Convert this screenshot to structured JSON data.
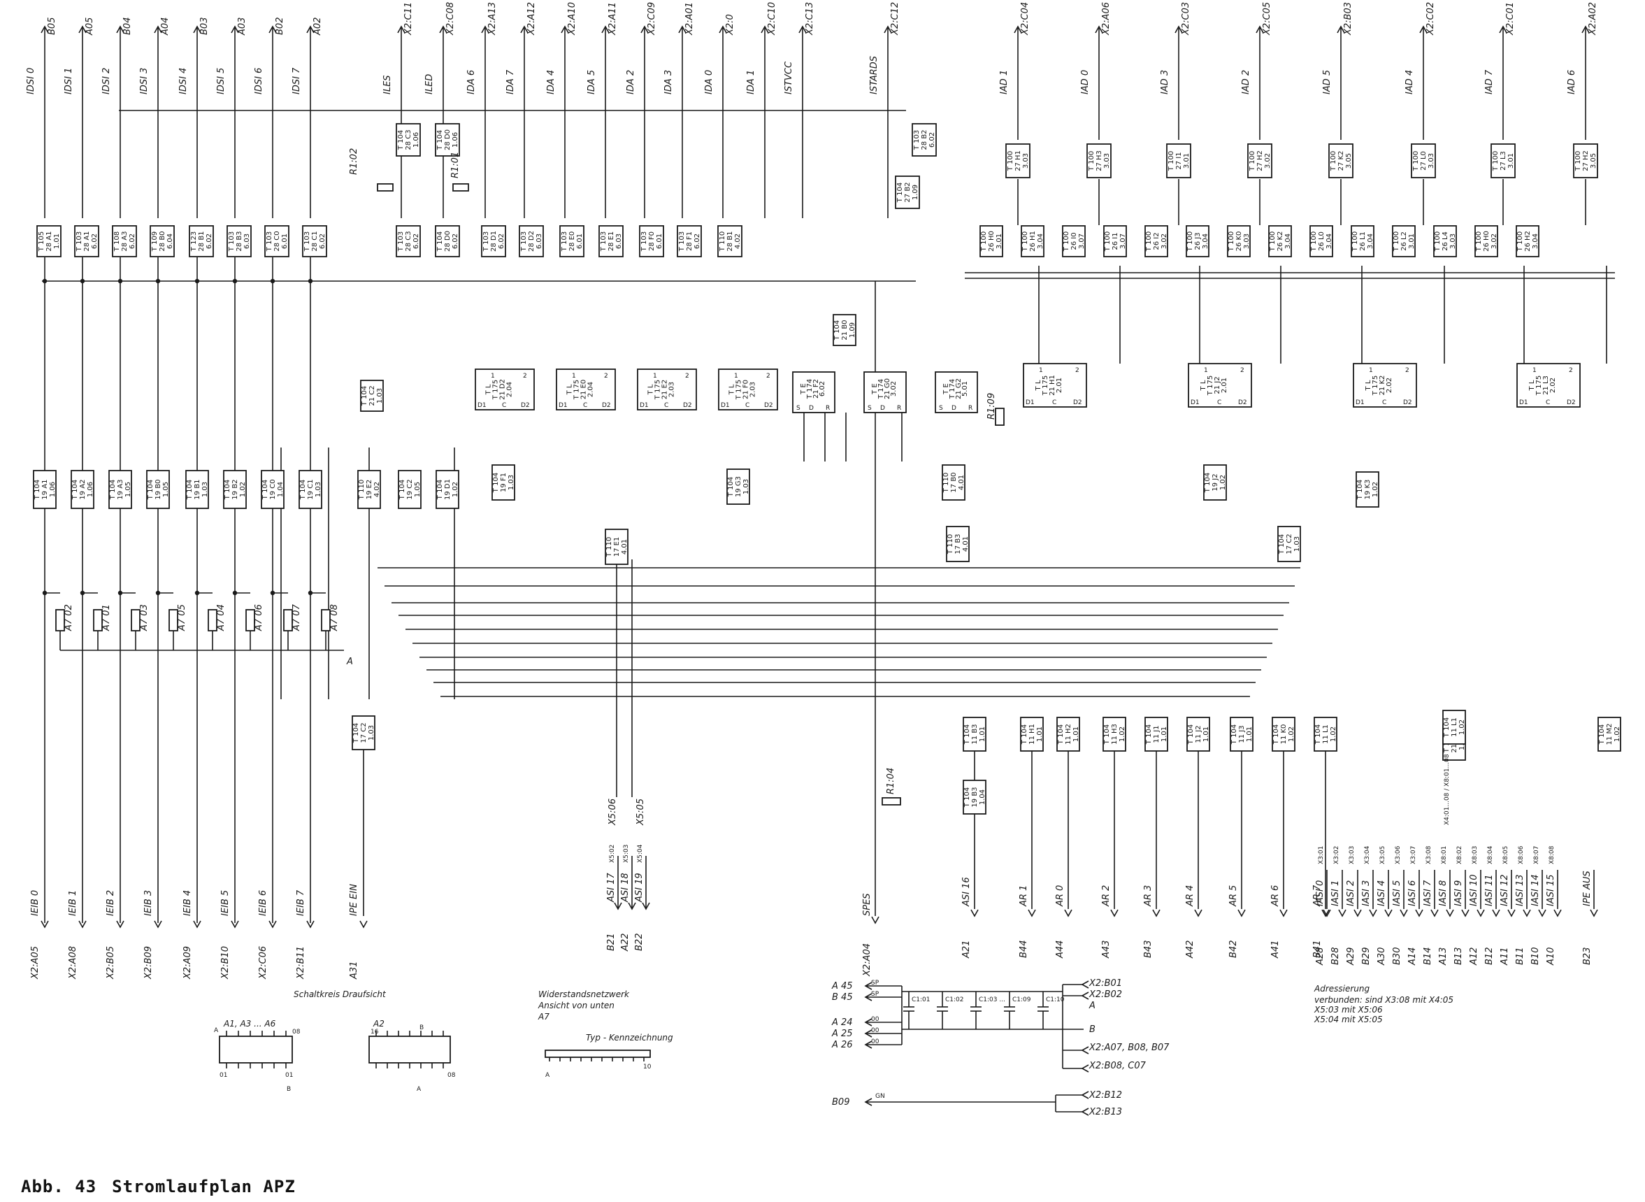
{
  "caption": {
    "figure": "Abb. 43",
    "title": "Stromlaufplan APZ"
  },
  "top_signals_left": [
    {
      "name": "IDSI 0",
      "pin": "B05"
    },
    {
      "name": "IDSI 1",
      "pin": "A05"
    },
    {
      "name": "IDSI 2",
      "pin": "B04"
    },
    {
      "name": "IDSI 3",
      "pin": "A04"
    },
    {
      "name": "IDSI 4",
      "pin": "B03"
    },
    {
      "name": "IDSI 5",
      "pin": "A03"
    },
    {
      "name": "IDSI 6",
      "pin": "B02"
    },
    {
      "name": "IDSI 7",
      "pin": "A02"
    },
    {
      "name": "ILES",
      "pin": "X2:C11"
    },
    {
      "name": "ILED",
      "pin": "X2:C08"
    },
    {
      "name": "IDA 6",
      "pin": "X2:A13"
    },
    {
      "name": "IDA 7",
      "pin": "X2:A12"
    },
    {
      "name": "IDA 4",
      "pin": "X2:A10"
    },
    {
      "name": "IDA 5",
      "pin": "X2:A11"
    },
    {
      "name": "IDA 2",
      "pin": "X2:C09"
    },
    {
      "name": "IDA 3",
      "pin": "X2:A01"
    },
    {
      "name": "IDA 0",
      "pin": "X2:0"
    },
    {
      "name": "IDA 1",
      "pin": "X2:C10"
    },
    {
      "name": "ISTVCC",
      "pin": "X2:C13"
    },
    {
      "name": "ISTARDS",
      "pin": "X2:C12"
    }
  ],
  "top_signals_right": [
    {
      "name": "IAD 1",
      "pin": "X2:C04"
    },
    {
      "name": "IAD 0",
      "pin": "X2:A06"
    },
    {
      "name": "IAD 3",
      "pin": "X2:C03"
    },
    {
      "name": "IAD 2",
      "pin": "X2:C05"
    },
    {
      "name": "IAD 5",
      "pin": "X2:B03"
    },
    {
      "name": "IAD 4",
      "pin": "X2:C02"
    },
    {
      "name": "IAD 7",
      "pin": "X2:C01"
    },
    {
      "name": "IAD 6",
      "pin": "X2:A02"
    }
  ],
  "bottom_left_signals": [
    {
      "name": "IEIB 0",
      "pin": "X2:A05"
    },
    {
      "name": "IEIB 1",
      "pin": "X2:A08"
    },
    {
      "name": "IEIB 2",
      "pin": "X2:B05"
    },
    {
      "name": "IEIB 3",
      "pin": "X2:B09"
    },
    {
      "name": "IEIB 4",
      "pin": "X2:A09"
    },
    {
      "name": "IEIB 5",
      "pin": "X2:B10"
    },
    {
      "name": "IEIB 6",
      "pin": "X2:C06"
    },
    {
      "name": "IEIB 7",
      "pin": "X2:B11"
    },
    {
      "name": "IPE EIN",
      "pin": "A31"
    }
  ],
  "bottom_mid_signals": [
    {
      "name": "ASI 17",
      "pin": "B21",
      "x": "X5:02"
    },
    {
      "name": "ASI 18",
      "pin": "A22",
      "x": "X5:03"
    },
    {
      "name": "ASI 19",
      "pin": "B22",
      "x": "X5:04"
    }
  ],
  "x5_labels": [
    "X5:06",
    "X5:05"
  ],
  "spes": {
    "name": "SPES",
    "pin": "X2:A04"
  },
  "bottom_right_signals": [
    {
      "name": "ASI 16",
      "pin": "A21"
    },
    {
      "name": "AR 1",
      "pin": "B44"
    },
    {
      "name": "AR 0",
      "pin": "A44"
    },
    {
      "name": "AR 2",
      "pin": "A43"
    },
    {
      "name": "AR 3",
      "pin": "B43"
    },
    {
      "name": "AR 4",
      "pin": "A42"
    },
    {
      "name": "AR 5",
      "pin": "B42"
    },
    {
      "name": "AR 6",
      "pin": "A41"
    },
    {
      "name": "AR 7",
      "pin": "B41"
    }
  ],
  "asi_bus": [
    {
      "name": "IASI 0",
      "pin": "A28",
      "x": "X3:01"
    },
    {
      "name": "IASI 1",
      "pin": "B28",
      "x": "X3:02"
    },
    {
      "name": "IASI 2",
      "pin": "A29",
      "x": "X3:03"
    },
    {
      "name": "IASI 3",
      "pin": "B29",
      "x": "X3:04"
    },
    {
      "name": "IASI 4",
      "pin": "A30",
      "x": "X3:05"
    },
    {
      "name": "IASI 5",
      "pin": "B30",
      "x": "X3:06"
    },
    {
      "name": "IASI 6",
      "pin": "A14",
      "x": "X3:07"
    },
    {
      "name": "IASI 7",
      "pin": "B14",
      "x": "X3:08"
    },
    {
      "name": "IASI 8",
      "pin": "A13",
      "x": "X8:01"
    },
    {
      "name": "IASI 9",
      "pin": "B13",
      "x": "X8:02"
    },
    {
      "name": "IASI 10",
      "pin": "A12",
      "x": "X8:03"
    },
    {
      "name": "IASI 11",
      "pin": "B12",
      "x": "X8:04"
    },
    {
      "name": "IASI 12",
      "pin": "A11",
      "x": "X8:05"
    },
    {
      "name": "IASI 13",
      "pin": "B11",
      "x": "X8:06"
    },
    {
      "name": "IASI 14",
      "pin": "B10",
      "x": "X8:07"
    },
    {
      "name": "IASI 15",
      "pin": "A10",
      "x": "X8:08"
    },
    {
      "name": "IPE AUS",
      "pin": "B23",
      "x": ""
    }
  ],
  "x4_label": "X4:01...08 / X8:01...08",
  "resistor_labels": [
    "R1:02",
    "R1:01",
    "R1:09",
    "R1:04"
  ],
  "chips_top_left": [
    {
      "t": "T 105",
      "p": "28 A1",
      "q": "1.01"
    },
    {
      "t": "T 103",
      "p": "28 A1",
      "q": "6.02"
    },
    {
      "t": "T 108",
      "p": "28 A3",
      "q": "6.02"
    },
    {
      "t": "T 109",
      "p": "28 B0",
      "q": "6.04"
    },
    {
      "t": "T 123",
      "p": "28 B1",
      "q": "6.02"
    },
    {
      "t": "T 103",
      "p": "28 B3",
      "q": "6.03"
    },
    {
      "t": "T 103",
      "p": "28 C0",
      "q": "6.01"
    },
    {
      "t": "T 103",
      "p": "28 C1",
      "q": "6.02"
    }
  ],
  "chips_mid_top": [
    {
      "t": "T 103",
      "p": "28 C3",
      "q": "6.02"
    },
    {
      "t": "T 104",
      "p": "28 D0",
      "q": "6.02"
    },
    {
      "t": "T 103",
      "p": "28 D1",
      "q": "6.02"
    },
    {
      "t": "T 103",
      "p": "28 D2",
      "q": "6.03"
    },
    {
      "t": "T 103",
      "p": "28 E0",
      "q": "6.01"
    },
    {
      "t": "T 103",
      "p": "28 E1",
      "q": "6.03"
    },
    {
      "t": "T 103",
      "p": "28 F0",
      "q": "6.01"
    },
    {
      "t": "T 103",
      "p": "28 F1",
      "q": "6.02"
    },
    {
      "t": "T 110",
      "p": "28 B1",
      "q": "4.02"
    }
  ],
  "chips_upper": [
    {
      "t": "T 104",
      "p": "28 C3",
      "q": "1.06"
    },
    {
      "t": "T 104",
      "p": "28 D0",
      "q": "1.06"
    },
    {
      "t": "T 103",
      "p": "28 B2",
      "q": "6.02"
    },
    {
      "t": "T 104",
      "p": "27 B2",
      "q": "1.09"
    }
  ],
  "chips_right_top": [
    {
      "t": "T 100",
      "p": "27 H1",
      "q": "3.03"
    },
    {
      "t": "T 100",
      "p": "27 H3",
      "q": "3.03"
    },
    {
      "t": "T 100",
      "p": "27 I1",
      "q": "3.01"
    },
    {
      "t": "T 100",
      "p": "27 H2",
      "q": "3.02"
    },
    {
      "t": "T 100",
      "p": "27 K2",
      "q": "3.05"
    },
    {
      "t": "T 100",
      "p": "27 L0",
      "q": "3.03"
    },
    {
      "t": "T 100",
      "p": "27 L3",
      "q": "3.01"
    },
    {
      "t": "T 100",
      "p": "27 H2",
      "q": "3.05"
    }
  ],
  "chips_right_row2": [
    {
      "t": "T 100",
      "p": "26 H0",
      "q": "3.01"
    },
    {
      "t": "T 100",
      "p": "26 H1",
      "q": "3.04"
    },
    {
      "t": "T 100",
      "p": "26 I0",
      "q": "3.07"
    },
    {
      "t": "T 100",
      "p": "26 I1",
      "q": "3.07"
    },
    {
      "t": "T 100",
      "p": "26 I2",
      "q": "3.02"
    },
    {
      "t": "T 100",
      "p": "26 J3",
      "q": "3.04"
    },
    {
      "t": "T 100",
      "p": "26 K0",
      "q": "3.03"
    },
    {
      "t": "T 100",
      "p": "26 K2",
      "q": "3.04"
    },
    {
      "t": "T 100",
      "p": "26 L0",
      "q": "3.04"
    },
    {
      "t": "T 100",
      "p": "26 L1",
      "q": "3.04"
    },
    {
      "t": "T 100",
      "p": "26 L2",
      "q": "3.01"
    },
    {
      "t": "T 100",
      "p": "26 L4",
      "q": "3.03"
    },
    {
      "t": "T 100",
      "p": "26 H0",
      "q": "3.02"
    },
    {
      "t": "T 100",
      "p": "26 H2",
      "q": "3.04"
    }
  ],
  "latches_mid": [
    {
      "type": "T L",
      "t": "T 175",
      "p": "21 D2",
      "q": "2.04"
    },
    {
      "type": "T L",
      "t": "T 175",
      "p": "21 E0",
      "q": "2.04"
    },
    {
      "type": "T L",
      "t": "T 175",
      "p": "21 E2",
      "q": "2.03"
    },
    {
      "type": "T L",
      "t": "T 175",
      "p": "21 F0",
      "q": "2.03"
    }
  ],
  "flipflops_mid": [
    {
      "type": "T E",
      "t": "T 174",
      "p": "21 F2",
      "q": "6.02"
    },
    {
      "type": "T E",
      "t": "T 174",
      "p": "21 G0",
      "q": "3.02"
    },
    {
      "type": "T E",
      "t": "T 174",
      "p": "21 G2",
      "q": "5.01"
    }
  ],
  "latches_right": [
    {
      "type": "T L",
      "t": "T 175",
      "p": "21 H1",
      "q": "2.01"
    },
    {
      "type": "T L",
      "t": "T 175",
      "p": "21 J2",
      "q": "2.01"
    },
    {
      "type": "T L",
      "t": "T 175",
      "p": "21 K2",
      "q": "2.02"
    },
    {
      "type": "T L",
      "t": "T 175",
      "p": "21 L3",
      "q": "2.02"
    }
  ],
  "chips_mid_left": [
    {
      "t": "T 104",
      "p": "19 A1",
      "q": "1.06"
    },
    {
      "t": "T 104",
      "p": "19 A2",
      "q": "1.06"
    },
    {
      "t": "T 104",
      "p": "19 A3",
      "q": "1.05"
    },
    {
      "t": "T 104",
      "p": "19 B0",
      "q": "1.05"
    },
    {
      "t": "T 104",
      "p": "19 B1",
      "q": "1.03"
    },
    {
      "t": "T 104",
      "p": "19 B2",
      "q": "1.02"
    },
    {
      "t": "T 104",
      "p": "19 C0",
      "q": "1.04"
    },
    {
      "t": "T 104",
      "p": "19 C1",
      "q": "1.03"
    },
    {
      "t": "T 110",
      "p": "19 E2",
      "q": "4.02"
    },
    {
      "t": "T 104",
      "p": "19 C2",
      "q": "1.05"
    },
    {
      "t": "T 104",
      "p": "19 D1",
      "q": "1.02"
    }
  ],
  "chips_lower": [
    {
      "t": "T 110",
      "p": "17 E1",
      "q": "4.01"
    },
    {
      "t": "T 104",
      "p": "19 F1",
      "q": "1.03"
    },
    {
      "t": "T 104",
      "p": "19 G3",
      "q": "1.03"
    },
    {
      "t": "T 110",
      "p": "17 B3",
      "q": "4.01"
    },
    {
      "t": "T 110",
      "p": "17 B0",
      "q": "4.01"
    },
    {
      "t": "T 104",
      "p": "19 J2",
      "q": "1.02"
    },
    {
      "t": "T 104",
      "p": "19 K3",
      "q": "1.02"
    },
    {
      "t": "T 104",
      "p": "21 C2",
      "q": "1.03"
    },
    {
      "t": "T 104",
      "p": "17 C2",
      "q": "1.03"
    }
  ],
  "chips_bottom_row": [
    {
      "t": "T 104",
      "p": "11 B3",
      "q": "1.01"
    },
    {
      "t": "T 104",
      "p": "11 H1",
      "q": "1.01"
    },
    {
      "t": "T 104",
      "p": "11 H2",
      "q": "1.01"
    },
    {
      "t": "T 104",
      "p": "11 H3",
      "q": "1.02"
    },
    {
      "t": "T 104",
      "p": "11 J1",
      "q": "1.01"
    },
    {
      "t": "T 104",
      "p": "11 J2",
      "q": "1.01"
    },
    {
      "t": "T 104",
      "p": "11 J3",
      "q": "1.01"
    },
    {
      "t": "T 104",
      "p": "11 K0",
      "q": "1.02"
    },
    {
      "t": "T 104",
      "p": "11 L1",
      "q": "1.02"
    },
    {
      "t": "T 104",
      "p": "11 M2",
      "q": "1.02"
    },
    {
      "t": "T 104",
      "p": "19 B3",
      "q": "1.04"
    }
  ],
  "resistor_array": [
    {
      "r": "A7",
      "n": "02"
    },
    {
      "r": "A7",
      "n": "01"
    },
    {
      "r": "A7",
      "n": "03"
    },
    {
      "r": "A7",
      "n": "05"
    },
    {
      "r": "A7",
      "n": "04"
    },
    {
      "r": "A7",
      "n": "06"
    },
    {
      "r": "A7",
      "n": "07"
    },
    {
      "r": "A7",
      "n": "08"
    }
  ],
  "legend_schaltkreis": {
    "title": "Schaltkreis Draufsicht",
    "left_chip_label": "A1, A3 ... A6",
    "right_chip_label": "A2",
    "pins_left": [
      "A",
      "08",
      "01",
      "B",
      "01"
    ],
    "pins_right": [
      "16",
      "B",
      "A",
      "08"
    ],
    "labels_extra": [
      "B",
      "B",
      "A"
    ]
  },
  "legend_widerstand": {
    "title": "Widerstandsnetzwerk",
    "subtitle": "Ansicht von unten",
    "ref": "A7",
    "typ": "Typ - Kennzeichnung",
    "pin_a": "A",
    "pin_10": "10"
  },
  "capacitors": {
    "left_labels": [
      {
        "pin": "A 45",
        "sig": "SP"
      },
      {
        "pin": "B 45",
        "sig": "SP"
      },
      {
        "pin": "A 24",
        "sig": "00"
      },
      {
        "pin": "A 25",
        "sig": "00"
      },
      {
        "pin": "A 26",
        "sig": "00"
      }
    ],
    "caps": [
      "C1:01",
      "C1:02",
      "C1:03 ...",
      "C1:09",
      "C1:10"
    ],
    "right_labels": [
      "X2:B01",
      "X2:B02",
      "A",
      "B",
      "X2:A07, B08, B07",
      "X2:B08, C07"
    ],
    "gn": {
      "pin": "B09",
      "sig": "GN"
    },
    "gn_targets": [
      "X2:B12",
      "X2:B13"
    ]
  },
  "addressing_note": {
    "title": "Adressierung",
    "lines": [
      "verbunden: sind  X3:08 mit X4:05",
      "X5:03 mit X5:06",
      "X5:04 mit X5:05"
    ]
  }
}
